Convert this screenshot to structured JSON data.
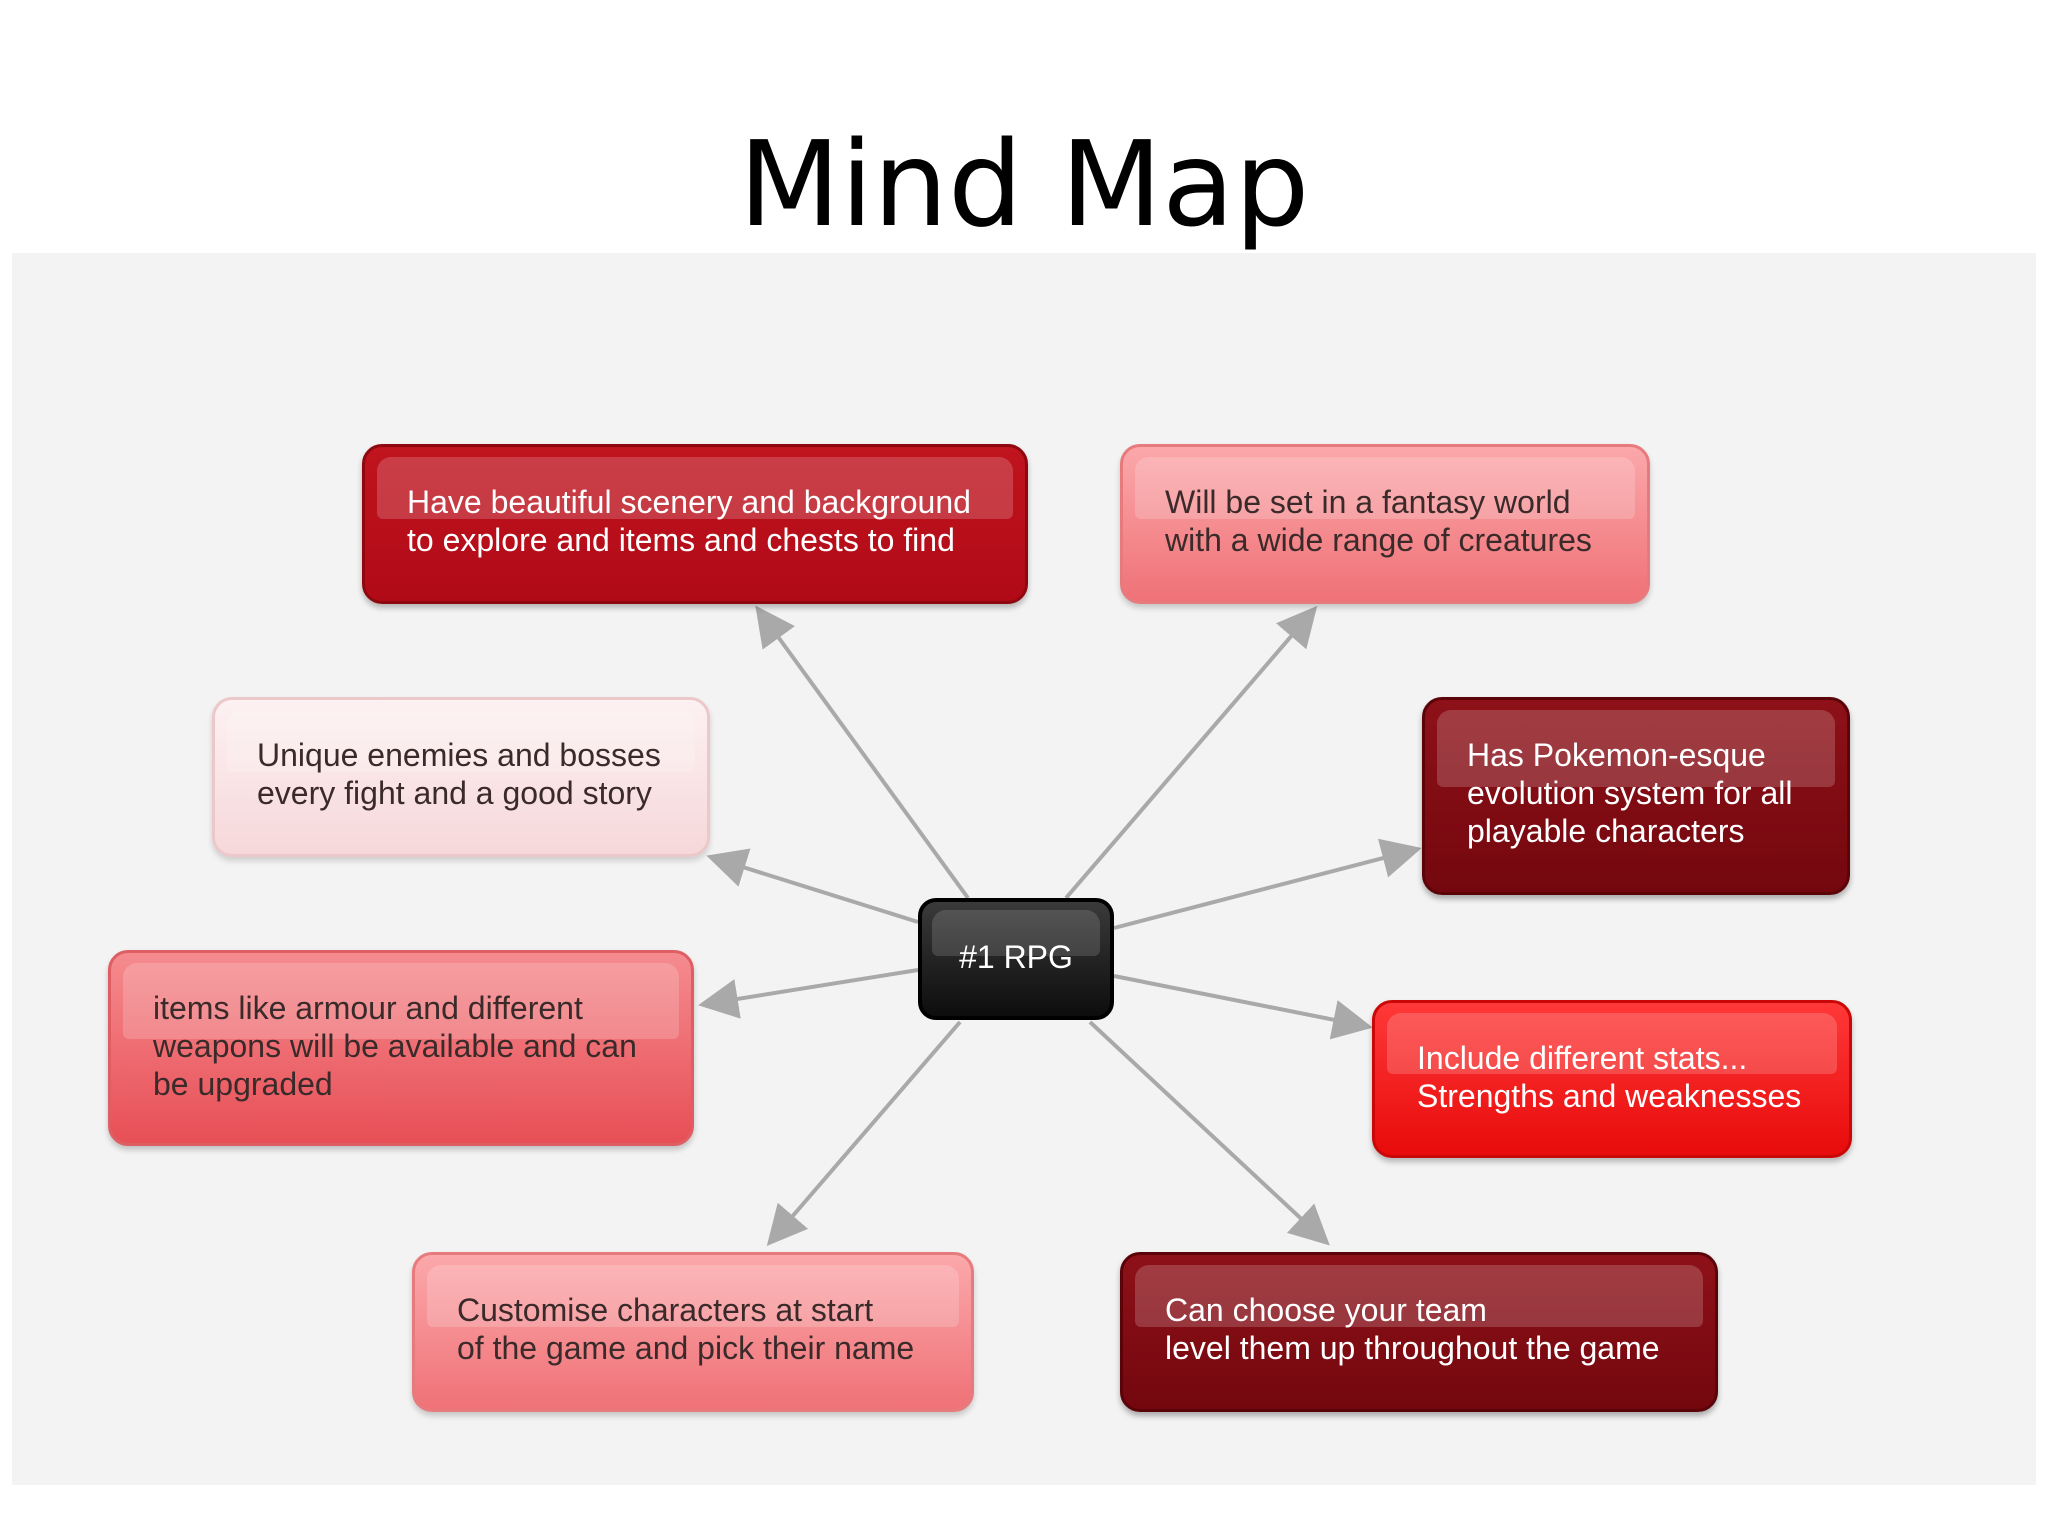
{
  "title": "Mind Map",
  "center": "#1 RPG",
  "nodes": {
    "scenery": [
      "Have beautiful scenery and background",
      "to explore and items and chests to find"
    ],
    "fantasy": [
      "Will be set in a fantasy world",
      "with a wide range of creatures"
    ],
    "enemies": [
      "Unique enemies and bosses",
      "every fight and a good story"
    ],
    "evolution": [
      "Has Pokemon-esque",
      "evolution system for all",
      "playable characters"
    ],
    "items": [
      "items like armour and different",
      "weapons will be available and can",
      "be upgraded"
    ],
    "stats": [
      "Include different stats...",
      "Strengths and weaknesses"
    ],
    "customise": [
      "Customise characters at start",
      "of the game and pick their name"
    ],
    "team": [
      "Can choose your team",
      "level them up throughout the game"
    ]
  },
  "colors": {
    "connector": "#a9a9a9",
    "canvas": "#f3f3f3"
  }
}
